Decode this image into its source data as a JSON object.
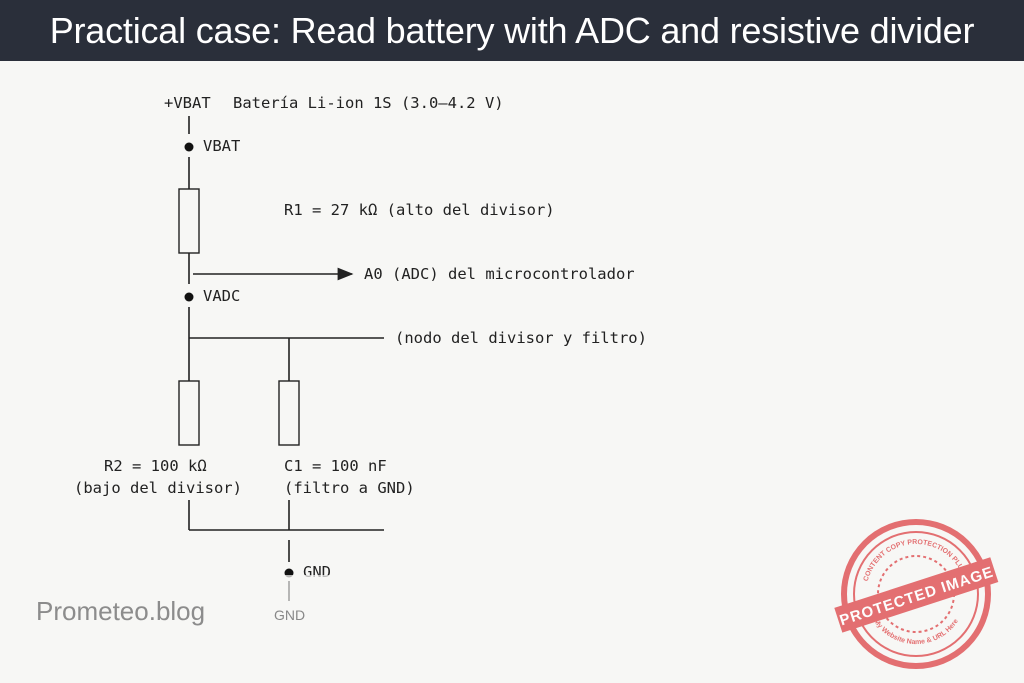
{
  "header": {
    "title": "Practical case: Read battery with ADC and resistive divider"
  },
  "schematic": {
    "vbat_rail": "+VBAT",
    "battery_label": "Batería Li-ion 1S (3.0–4.2 V)",
    "node_vbat": "VBAT",
    "r1_label": "R1 = 27 kΩ (alto del divisor)",
    "adc_label": "A0 (ADC) del microcontrolador",
    "node_vadc": "VADC",
    "divider_node_label": "(nodo del divisor y filtro)",
    "r2_label_line1": "R2 = 100 kΩ",
    "r2_label_line2": "(bajo del divisor)",
    "c1_label_line1": "C1 = 100 nF",
    "c1_label_line2": "(filtro a GND)",
    "node_gnd": "GND",
    "gnd_symbol_label": "GND"
  },
  "footer": {
    "brand": "Prometeo.blog"
  },
  "watermark": {
    "text_main": "PROTECTED IMAGE",
    "text_top": "CONTENT COPY PROTECTION PLUGIN",
    "text_bottom": "My Website Name & URL Here",
    "color": "#e0585a"
  }
}
